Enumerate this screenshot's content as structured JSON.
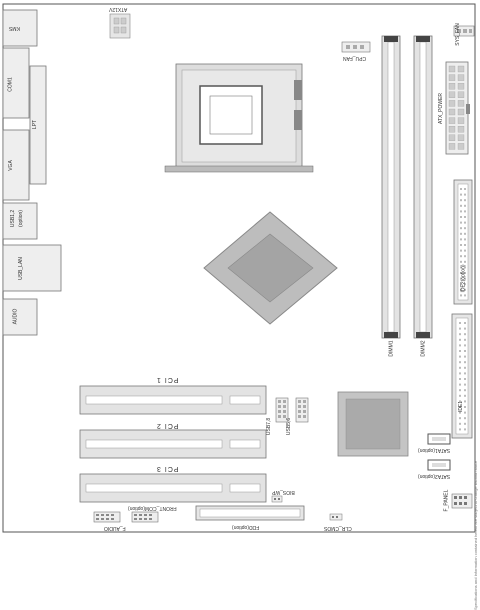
{
  "labels": {
    "kms": "KMS",
    "com1": "COM1",
    "lpt": "LPT",
    "vga": "VGA",
    "usb_lan_top": "USB1,2",
    "usb_lan_top_sub": "(option)",
    "usb_lan": "USB_LAN",
    "audio": "AUDIO",
    "atx12v": "ATX12V",
    "cpu_fan": "CPU_FAN",
    "sys_fan": "SYS_FAN",
    "atx_power": "ATX_POWER",
    "dimm1": "DIMM1",
    "dimm2": "DIMM2",
    "ide2": "IDE2(option)",
    "ide1": "IDE1",
    "pci1": "PCI 1",
    "pci2": "PCI 2",
    "pci3": "PCI 3",
    "usb78": "USB7,8",
    "usb56": "USB5,6",
    "sata1": "SATA1(option)",
    "sata2": "SATA2(option)",
    "bios_wp": "BIOS_WP",
    "front_com": "FRONT_COM(option)",
    "f_audio": "F_AUDIO",
    "fdd": "FDD(option)",
    "clr_cmos": "CLR_CMOS",
    "f_panel": "F_PANEL",
    "side_text": "Specifications and Information contained herein are subject to change without notice"
  }
}
